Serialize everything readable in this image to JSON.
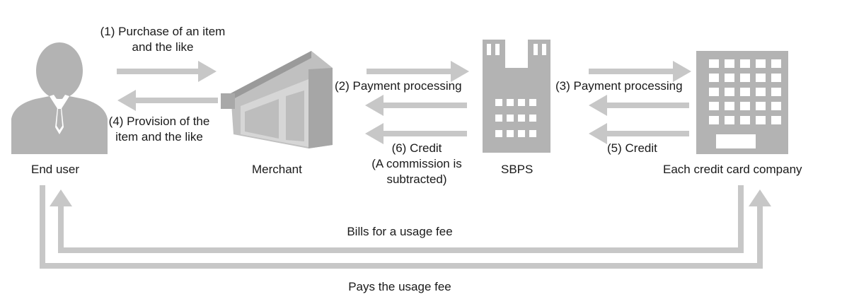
{
  "colors": {
    "icon": "#b3b3b3",
    "arrow": "#c7c7c7",
    "text": "#1a1a1a",
    "background": "#ffffff"
  },
  "entities": {
    "end_user": "End user",
    "merchant": "Merchant",
    "sbps": "SBPS",
    "card_company": "Each credit card company"
  },
  "icons": {
    "end_user": "person-icon",
    "merchant": "store-building-icon",
    "sbps": "office-tower-icon",
    "card_company": "office-building-icon"
  },
  "flows": {
    "step1_line1": "(1) Purchase of an item",
    "step1_line2": "and the like",
    "step2": "(2) Payment processing",
    "step3": "(3) Payment processing",
    "step4_line1": "(4) Provision of the",
    "step4_line2": "item and the like",
    "step5": "(5) Credit",
    "step6_line1": "(6) Credit",
    "step6_line2": "(A commission is",
    "step6_line3": "subtracted)",
    "bills": "Bills for a usage fee",
    "pays": "Pays the usage fee"
  }
}
